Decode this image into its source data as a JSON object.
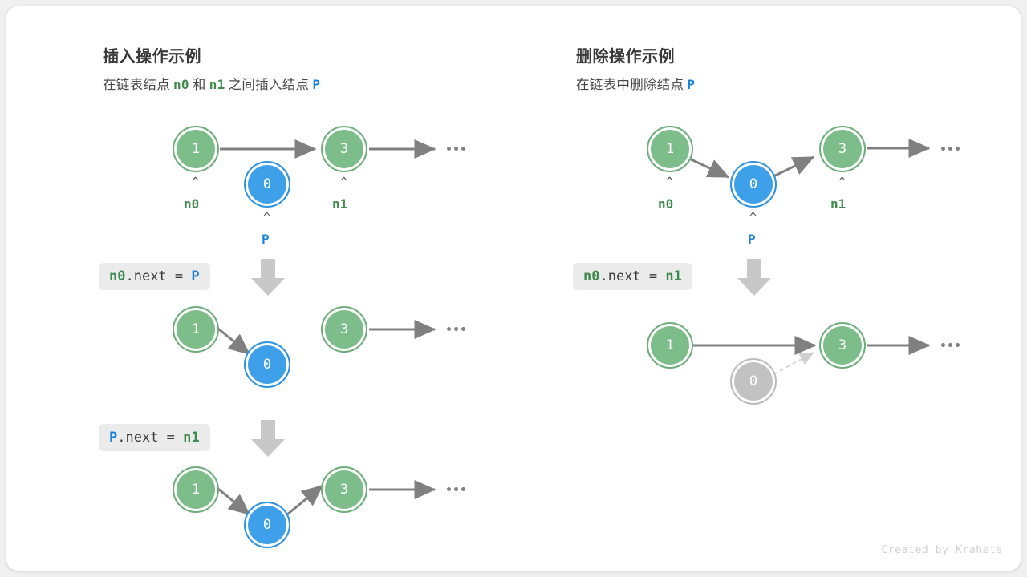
{
  "colors": {
    "green": "#7dbd8a",
    "green_text": "#3f8b4e",
    "blue": "#3fa0ea",
    "blue_text": "#1b84d8",
    "gray_node": "#c2c2c2",
    "arrow": "#808080",
    "chip_bg": "#ebebeb",
    "card_bg": "#ffffff",
    "page_bg": "#f0f0f0"
  },
  "credit": "Created by Krahets",
  "panels": [
    {
      "id": "insert",
      "title": "插入操作示例",
      "subtitle": {
        "seg1": "在链表结点",
        "tok1": "n0",
        "seg2": "和",
        "tok2": "n1",
        "seg3": "之间插入结点",
        "tok3": "P"
      },
      "steps": [
        {
          "id": "insert-step-0",
          "nodes": [
            {
              "value": "1",
              "kind": "green"
            },
            {
              "value": "0",
              "kind": "blue"
            },
            {
              "value": "3",
              "kind": "green"
            }
          ],
          "pointers": [
            {
              "label": "n0",
              "kind": "green"
            },
            {
              "label": "P",
              "kind": "blue"
            },
            {
              "label": "n1",
              "kind": "green"
            }
          ],
          "ellipsis": "..."
        },
        {
          "id": "insert-step-1",
          "code": {
            "pre": "n0",
            "pre_kind": "g",
            "mid": ".next = ",
            "post": "P",
            "post_kind": "b"
          },
          "nodes": [
            {
              "value": "1",
              "kind": "green"
            },
            {
              "value": "0",
              "kind": "blue"
            },
            {
              "value": "3",
              "kind": "green"
            }
          ],
          "ellipsis": "..."
        },
        {
          "id": "insert-step-2",
          "code": {
            "pre": "P",
            "pre_kind": "b",
            "mid": ".next = ",
            "post": "n1",
            "post_kind": "g"
          },
          "nodes": [
            {
              "value": "1",
              "kind": "green"
            },
            {
              "value": "0",
              "kind": "blue"
            },
            {
              "value": "3",
              "kind": "green"
            }
          ],
          "ellipsis": "..."
        }
      ]
    },
    {
      "id": "delete",
      "title": "删除操作示例",
      "subtitle": {
        "seg1": "在链表中删除结点",
        "tok1": "P",
        "seg2": "",
        "tok2": "",
        "seg3": "",
        "tok3": ""
      },
      "steps": [
        {
          "id": "delete-step-0",
          "nodes": [
            {
              "value": "1",
              "kind": "green"
            },
            {
              "value": "0",
              "kind": "blue"
            },
            {
              "value": "3",
              "kind": "green"
            }
          ],
          "pointers": [
            {
              "label": "n0",
              "kind": "green"
            },
            {
              "label": "P",
              "kind": "blue"
            },
            {
              "label": "n1",
              "kind": "green"
            }
          ],
          "ellipsis": "..."
        },
        {
          "id": "delete-step-1",
          "code": {
            "pre": "n0",
            "pre_kind": "g",
            "mid": ".next = ",
            "post": "n1",
            "post_kind": "g"
          },
          "nodes": [
            {
              "value": "1",
              "kind": "green"
            },
            {
              "value": "0",
              "kind": "gray"
            },
            {
              "value": "3",
              "kind": "green"
            }
          ],
          "ellipsis": "..."
        }
      ]
    }
  ]
}
